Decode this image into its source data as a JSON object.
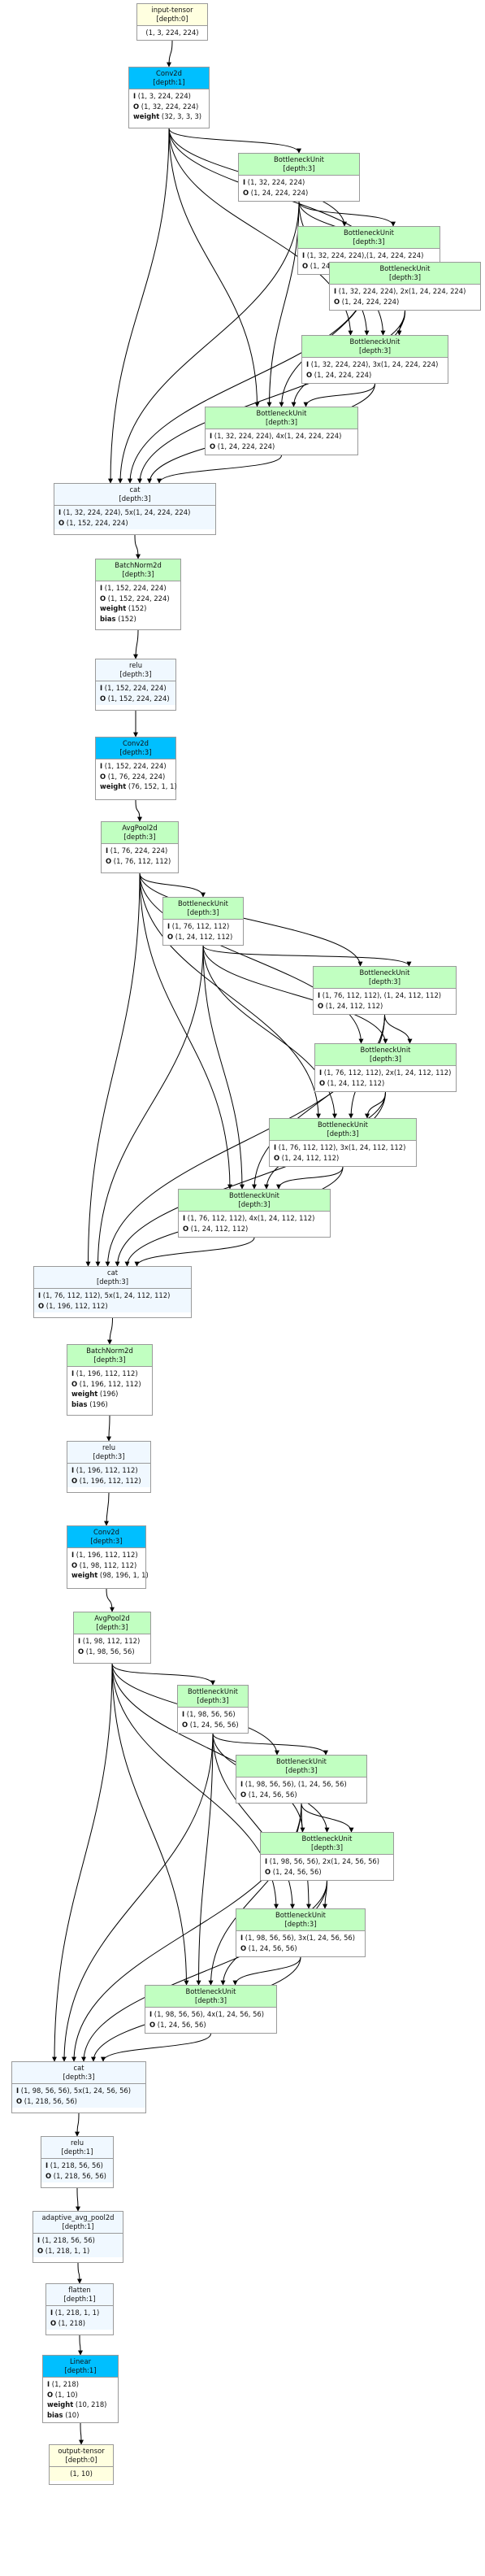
{
  "nodes": [
    {
      "id": "in",
      "kind": "tensor",
      "name": "input-tensor",
      "depth": "[depth:0]",
      "rows": [
        [
          "",
          "(1, 3, 224, 224)"
        ]
      ]
    },
    {
      "id": "c1",
      "kind": "conv",
      "name": "Conv2d",
      "depth": "[depth:1]",
      "rows": [
        [
          "I",
          "(1, 3, 224, 224)"
        ],
        [
          "O",
          "(1, 32, 224, 224)"
        ],
        [
          "weight",
          "(32, 3, 3, 3)"
        ]
      ]
    },
    {
      "id": "b11",
      "kind": "green",
      "name": "BottleneckUnit",
      "depth": "[depth:3]",
      "rows": [
        [
          "I",
          "(1, 32, 224, 224)"
        ],
        [
          "O",
          "(1, 24, 224, 224)"
        ]
      ]
    },
    {
      "id": "b12",
      "kind": "green",
      "name": "BottleneckUnit",
      "depth": "[depth:3]",
      "rows": [
        [
          "I",
          "(1, 32, 224, 224),(1, 24, 224, 224)"
        ],
        [
          "O",
          "(1, 24, 224, 224)"
        ]
      ]
    },
    {
      "id": "b13",
      "kind": "green",
      "name": "BottleneckUnit",
      "depth": "[depth:3]",
      "rows": [
        [
          "I",
          "(1, 32, 224, 224), 2x(1, 24, 224, 224)"
        ],
        [
          "O",
          "(1, 24, 224, 224)"
        ]
      ]
    },
    {
      "id": "b14",
      "kind": "green",
      "name": "BottleneckUnit",
      "depth": "[depth:3]",
      "rows": [
        [
          "I",
          "(1, 32, 224, 224), 3x(1, 24, 224, 224)"
        ],
        [
          "O",
          "(1, 24, 224, 224)"
        ]
      ]
    },
    {
      "id": "b15",
      "kind": "green",
      "name": "BottleneckUnit",
      "depth": "[depth:3]",
      "rows": [
        [
          "I",
          "(1, 32, 224, 224), 4x(1, 24, 224, 224)"
        ],
        [
          "O",
          "(1, 24, 224, 224)"
        ]
      ]
    },
    {
      "id": "cat1",
      "kind": "misc",
      "name": "cat",
      "depth": "[depth:3]",
      "rows": [
        [
          "I",
          "(1, 32, 224, 224), 5x(1, 24, 224, 224)"
        ],
        [
          "O",
          "(1, 152, 224, 224)"
        ]
      ]
    },
    {
      "id": "bn1",
      "kind": "green",
      "name": "BatchNorm2d",
      "depth": "[depth:3]",
      "rows": [
        [
          "I",
          "(1, 152, 224, 224)"
        ],
        [
          "O",
          "(1, 152, 224, 224)"
        ],
        [
          "weight",
          "(152)"
        ],
        [
          "bias",
          "(152)"
        ]
      ]
    },
    {
      "id": "r1",
      "kind": "misc",
      "name": "relu",
      "depth": "[depth:3]",
      "rows": [
        [
          "I",
          "(1, 152, 224, 224)"
        ],
        [
          "O",
          "(1, 152, 224, 224)"
        ]
      ]
    },
    {
      "id": "c2",
      "kind": "conv",
      "name": "Conv2d",
      "depth": "[depth:3]",
      "rows": [
        [
          "I",
          "(1, 152, 224, 224)"
        ],
        [
          "O",
          "(1, 76, 224, 224)"
        ],
        [
          "weight",
          "(76, 152, 1, 1)"
        ]
      ]
    },
    {
      "id": "ap1",
      "kind": "green",
      "name": "AvgPool2d",
      "depth": "[depth:3]",
      "rows": [
        [
          "I",
          "(1, 76, 224, 224)"
        ],
        [
          "O",
          "(1, 76, 112, 112)"
        ]
      ]
    },
    {
      "id": "b21",
      "kind": "green",
      "name": "BottleneckUnit",
      "depth": "[depth:3]",
      "rows": [
        [
          "I",
          "(1, 76, 112, 112)"
        ],
        [
          "O",
          "(1, 24, 112, 112)"
        ]
      ]
    },
    {
      "id": "b22",
      "kind": "green",
      "name": "BottleneckUnit",
      "depth": "[depth:3]",
      "rows": [
        [
          "I",
          "(1, 76, 112, 112), (1, 24, 112, 112)"
        ],
        [
          "O",
          "(1, 24, 112, 112)"
        ]
      ]
    },
    {
      "id": "b23",
      "kind": "green",
      "name": "BottleneckUnit",
      "depth": "[depth:3]",
      "rows": [
        [
          "I",
          "(1, 76, 112, 112), 2x(1, 24, 112, 112)"
        ],
        [
          "O",
          "(1, 24, 112, 112)"
        ]
      ]
    },
    {
      "id": "b24",
      "kind": "green",
      "name": "BottleneckUnit",
      "depth": "[depth:3]",
      "rows": [
        [
          "I",
          "(1, 76, 112, 112), 3x(1, 24, 112, 112)"
        ],
        [
          "O",
          "(1, 24, 112, 112)"
        ]
      ]
    },
    {
      "id": "b25",
      "kind": "green",
      "name": "BottleneckUnit",
      "depth": "[depth:3]",
      "rows": [
        [
          "I",
          "(1, 76, 112, 112), 4x(1, 24, 112, 112)"
        ],
        [
          "O",
          "(1, 24, 112, 112)"
        ]
      ]
    },
    {
      "id": "cat2",
      "kind": "misc",
      "name": "cat",
      "depth": "[depth:3]",
      "rows": [
        [
          "I",
          "(1, 76, 112, 112), 5x(1, 24, 112, 112)"
        ],
        [
          "O",
          "(1, 196, 112, 112)"
        ]
      ]
    },
    {
      "id": "bn2",
      "kind": "green",
      "name": "BatchNorm2d",
      "depth": "[depth:3]",
      "rows": [
        [
          "I",
          "(1, 196, 112, 112)"
        ],
        [
          "O",
          "(1, 196, 112, 112)"
        ],
        [
          "weight",
          "(196)"
        ],
        [
          "bias",
          "(196)"
        ]
      ]
    },
    {
      "id": "r2",
      "kind": "misc",
      "name": "relu",
      "depth": "[depth:3]",
      "rows": [
        [
          "I",
          "(1, 196, 112, 112)"
        ],
        [
          "O",
          "(1, 196, 112, 112)"
        ]
      ]
    },
    {
      "id": "c3",
      "kind": "conv",
      "name": "Conv2d",
      "depth": "[depth:3]",
      "rows": [
        [
          "I",
          "(1, 196, 112, 112)"
        ],
        [
          "O",
          "(1, 98, 112, 112)"
        ],
        [
          "weight",
          "(98, 196, 1, 1)"
        ]
      ]
    },
    {
      "id": "ap2",
      "kind": "green",
      "name": "AvgPool2d",
      "depth": "[depth:3]",
      "rows": [
        [
          "I",
          "(1, 98, 112, 112)"
        ],
        [
          "O",
          "(1, 98, 56, 56)"
        ]
      ]
    },
    {
      "id": "b31",
      "kind": "green",
      "name": "BottleneckUnit",
      "depth": "[depth:3]",
      "rows": [
        [
          "I",
          "(1, 98, 56, 56)"
        ],
        [
          "O",
          "(1, 24, 56, 56)"
        ]
      ]
    },
    {
      "id": "b32",
      "kind": "green",
      "name": "BottleneckUnit",
      "depth": "[depth:3]",
      "rows": [
        [
          "I",
          "(1, 98, 56, 56), (1, 24, 56, 56)"
        ],
        [
          "O",
          "(1, 24, 56, 56)"
        ]
      ]
    },
    {
      "id": "b33",
      "kind": "green",
      "name": "BottleneckUnit",
      "depth": "[depth:3]",
      "rows": [
        [
          "I",
          "(1, 98, 56, 56), 2x(1, 24, 56, 56)"
        ],
        [
          "O",
          "(1, 24, 56, 56)"
        ]
      ]
    },
    {
      "id": "b34",
      "kind": "green",
      "name": "BottleneckUnit",
      "depth": "[depth:3]",
      "rows": [
        [
          "I",
          "(1, 98, 56, 56), 3x(1, 24, 56, 56)"
        ],
        [
          "O",
          "(1, 24, 56, 56)"
        ]
      ]
    },
    {
      "id": "b35",
      "kind": "green",
      "name": "BottleneckUnit",
      "depth": "[depth:3]",
      "rows": [
        [
          "I",
          "(1, 98, 56, 56), 4x(1, 24, 56, 56)"
        ],
        [
          "O",
          "(1, 24, 56, 56)"
        ]
      ]
    },
    {
      "id": "cat3",
      "kind": "misc",
      "name": "cat",
      "depth": "[depth:3]",
      "rows": [
        [
          "I",
          "(1, 98, 56, 56), 5x(1, 24, 56, 56)"
        ],
        [
          "O",
          "(1, 218, 56, 56)"
        ]
      ]
    },
    {
      "id": "r3",
      "kind": "misc",
      "name": "relu",
      "depth": "[depth:1]",
      "rows": [
        [
          "I",
          "(1, 218, 56, 56)"
        ],
        [
          "O",
          "(1, 218, 56, 56)"
        ]
      ]
    },
    {
      "id": "aap",
      "kind": "misc",
      "name": "adaptive_avg_pool2d",
      "depth": "[depth:1]",
      "rows": [
        [
          "I",
          "(1, 218, 56, 56)"
        ],
        [
          "O",
          "(1, 218, 1, 1)"
        ]
      ]
    },
    {
      "id": "fl",
      "kind": "misc",
      "name": "flatten",
      "depth": "[depth:1]",
      "rows": [
        [
          "I",
          "(1, 218, 1, 1)"
        ],
        [
          "O",
          "(1, 218)"
        ]
      ]
    },
    {
      "id": "lin",
      "kind": "conv",
      "name": "Linear",
      "depth": "[depth:1]",
      "rows": [
        [
          "I",
          "(1, 218)"
        ],
        [
          "O",
          "(1, 10)"
        ],
        [
          "weight",
          "(10, 218)"
        ],
        [
          "bias",
          "(10)"
        ]
      ]
    },
    {
      "id": "out",
      "kind": "output",
      "name": "output-tensor",
      "depth": "[depth:0]",
      "rows": [
        [
          "",
          "(1, 10)"
        ]
      ]
    }
  ],
  "edges": [
    [
      "in",
      "c1"
    ],
    [
      "c1",
      "b11"
    ],
    [
      "c1",
      "b12"
    ],
    [
      "c1",
      "b13"
    ],
    [
      "c1",
      "b14"
    ],
    [
      "c1",
      "b15"
    ],
    [
      "c1",
      "cat1"
    ],
    [
      "b11",
      "b12"
    ],
    [
      "b11",
      "b13"
    ],
    [
      "b11",
      "b14"
    ],
    [
      "b11",
      "b15"
    ],
    [
      "b11",
      "cat1"
    ],
    [
      "b12",
      "b13"
    ],
    [
      "b12",
      "b14"
    ],
    [
      "b12",
      "b15"
    ],
    [
      "b12",
      "cat1"
    ],
    [
      "b13",
      "b14"
    ],
    [
      "b13",
      "b15"
    ],
    [
      "b13",
      "cat1"
    ],
    [
      "b14",
      "b15"
    ],
    [
      "b14",
      "cat1"
    ],
    [
      "b15",
      "cat1"
    ],
    [
      "cat1",
      "bn1"
    ],
    [
      "bn1",
      "r1"
    ],
    [
      "r1",
      "c2"
    ],
    [
      "c2",
      "ap1"
    ],
    [
      "ap1",
      "b21"
    ],
    [
      "ap1",
      "b22"
    ],
    [
      "ap1",
      "b23"
    ],
    [
      "ap1",
      "b24"
    ],
    [
      "ap1",
      "b25"
    ],
    [
      "ap1",
      "cat2"
    ],
    [
      "b21",
      "b22"
    ],
    [
      "b21",
      "b23"
    ],
    [
      "b21",
      "b24"
    ],
    [
      "b21",
      "b25"
    ],
    [
      "b21",
      "cat2"
    ],
    [
      "b22",
      "b23"
    ],
    [
      "b22",
      "b24"
    ],
    [
      "b22",
      "b25"
    ],
    [
      "b22",
      "cat2"
    ],
    [
      "b23",
      "b24"
    ],
    [
      "b23",
      "b25"
    ],
    [
      "b23",
      "cat2"
    ],
    [
      "b24",
      "b25"
    ],
    [
      "b24",
      "cat2"
    ],
    [
      "b25",
      "cat2"
    ],
    [
      "cat2",
      "bn2"
    ],
    [
      "bn2",
      "r2"
    ],
    [
      "r2",
      "c3"
    ],
    [
      "c3",
      "ap2"
    ],
    [
      "ap2",
      "b31"
    ],
    [
      "ap2",
      "b32"
    ],
    [
      "ap2",
      "b33"
    ],
    [
      "ap2",
      "b34"
    ],
    [
      "ap2",
      "b35"
    ],
    [
      "ap2",
      "cat3"
    ],
    [
      "b31",
      "b32"
    ],
    [
      "b31",
      "b33"
    ],
    [
      "b31",
      "b34"
    ],
    [
      "b31",
      "b35"
    ],
    [
      "b31",
      "cat3"
    ],
    [
      "b32",
      "b33"
    ],
    [
      "b32",
      "b34"
    ],
    [
      "b32",
      "b35"
    ],
    [
      "b32",
      "cat3"
    ],
    [
      "b33",
      "b34"
    ],
    [
      "b33",
      "b35"
    ],
    [
      "b33",
      "cat3"
    ],
    [
      "b34",
      "b35"
    ],
    [
      "b34",
      "cat3"
    ],
    [
      "b35",
      "cat3"
    ],
    [
      "cat3",
      "r3"
    ],
    [
      "r3",
      "aap"
    ],
    [
      "aap",
      "fl"
    ],
    [
      "fl",
      "lin"
    ],
    [
      "lin",
      "out"
    ]
  ],
  "colors": {
    "tensor": "#ffffe0",
    "conv": "#00bfff",
    "green": "#c1ffc1",
    "misc": "#f0f8ff",
    "edge": "#000000"
  }
}
